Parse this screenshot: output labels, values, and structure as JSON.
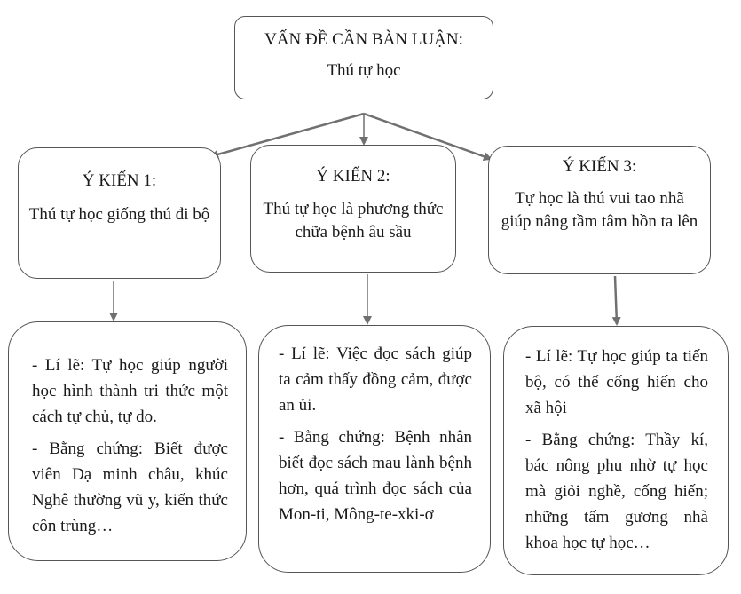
{
  "top": {
    "title": "VẤN ĐỀ CẦN BÀN LUẬN:",
    "subtitle": "Thú tự học"
  },
  "opinions": [
    {
      "heading": "Ý KIẾN 1:",
      "text": "Thú tự học giống thú đi bộ"
    },
    {
      "heading": "Ý KIẾN 2:",
      "text": "Thú tự học là phương thức chữa bệnh âu sầu"
    },
    {
      "heading": "Ý KIẾN 3:",
      "text": "Tự học là thú vui tao nhã giúp nâng tầm tâm hồn ta lên"
    }
  ],
  "evidence": [
    {
      "reason": "- Lí lẽ: Tự học giúp người học hình thành tri thức một cách tự chủ, tự do.",
      "proof": "- Bằng chứng: Biết được viên Dạ minh châu, khúc Nghê thường vũ y, kiến thức côn trùng…"
    },
    {
      "reason": "- Lí lẽ: Việc đọc sách giúp ta cảm thấy đồng cảm, được an ủi.",
      "proof": "- Bằng chứng: Bệnh nhân biết đọc sách mau lành bệnh hơn, quá trình đọc sách của Mon-ti, Mông-te-xki-ơ"
    },
    {
      "reason": "- Lí lẽ: Tự học giúp ta tiến bộ, có thể cống hiến cho xã hội",
      "proof": "- Bằng chứng: Thầy kí, bác nông phu nhờ tự học mà giỏi nghề, cống hiến; những tấm gương nhà khoa học tự học…"
    }
  ],
  "colors": {
    "border": "#555555",
    "arrow": "#707070",
    "text": "#1a1a1a"
  }
}
